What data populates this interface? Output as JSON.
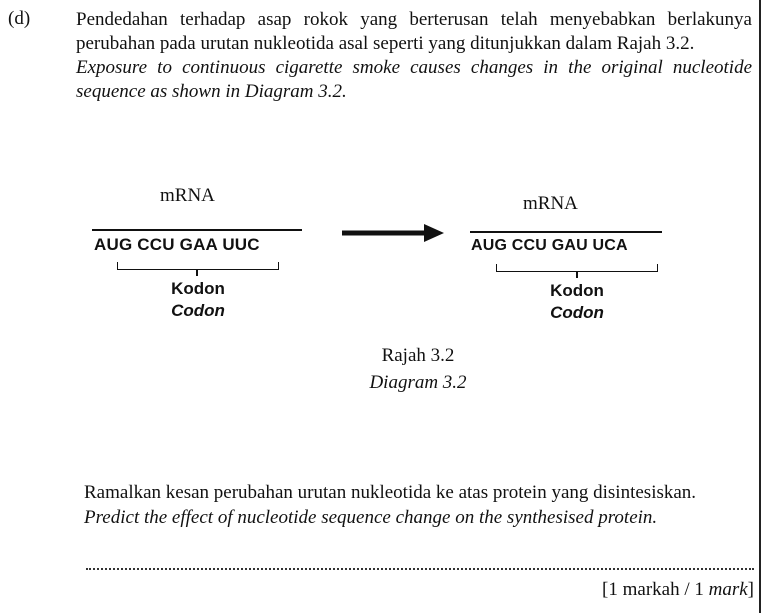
{
  "question": {
    "label": "(d)",
    "text_ms_line1": "Pendedahan terhadap asap rokok yang berterusan telah menyebabkan berlakunya",
    "text_ms_line2": "perubahan pada urutan nukleotida asal seperti yang ditunjukkan dalam Rajah 3.2.",
    "text_en_line1": "Exposure to continuous cigarette smoke causes changes in the original nucleotide",
    "text_en_line2": "sequence as shown in Diagram 3.2."
  },
  "diagram": {
    "left": {
      "label": "mRNA",
      "sequence": "AUG CCU GAA UUC",
      "codon_ms": "Kodon",
      "codon_en": "Codon"
    },
    "right": {
      "label": "mRNA",
      "sequence": "AUG CCU GAU UCA",
      "codon_ms": "Kodon",
      "codon_en": "Codon"
    },
    "caption_ms": "Rajah 3.2",
    "caption_en": "Diagram 3.2"
  },
  "prompt": {
    "text_ms": "Ramalkan kesan perubahan urutan nukleotida ke atas protein yang disintesiskan.",
    "text_en": "Predict the effect of nucleotide sequence change on the synthesised protein."
  },
  "marks": {
    "prefix": "[1 markah / 1 ",
    "italic": "mark",
    "suffix": "]"
  }
}
